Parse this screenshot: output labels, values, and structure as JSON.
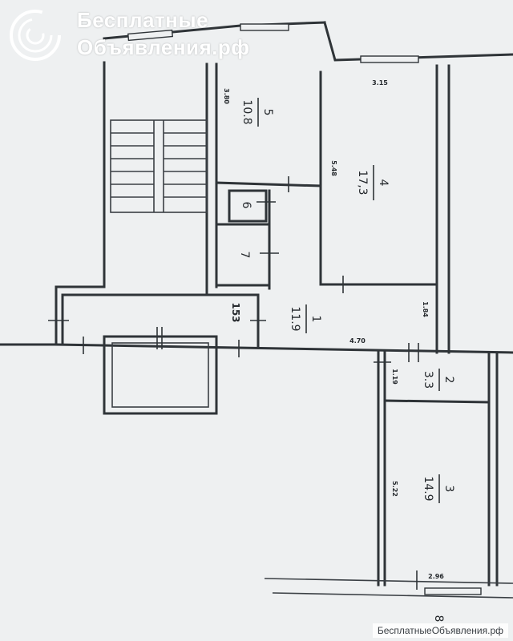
{
  "brand": {
    "logo_line1": "Бесплатные",
    "logo_line2": "Объявления.рф",
    "watermark": "БесплатныеОбъявления.рф",
    "logo_color": "#ffffff"
  },
  "rooms": [
    {
      "number": "5",
      "area": "10.8"
    },
    {
      "number": "4",
      "area": "17,3"
    },
    {
      "number": "6"
    },
    {
      "number": "7"
    },
    {
      "number": "1",
      "area": "11.9"
    },
    {
      "number": "2",
      "area": "3.3"
    },
    {
      "number": "3",
      "area": "14.9"
    },
    {
      "number": "8"
    }
  ],
  "dimensions": [
    "3.80",
    "3.15",
    "5.48",
    "153",
    "1.84",
    "4.70",
    "1.19",
    "5.22",
    "2.96"
  ],
  "colors": {
    "paper": "#eef0f1",
    "ink": "#2f3438"
  }
}
